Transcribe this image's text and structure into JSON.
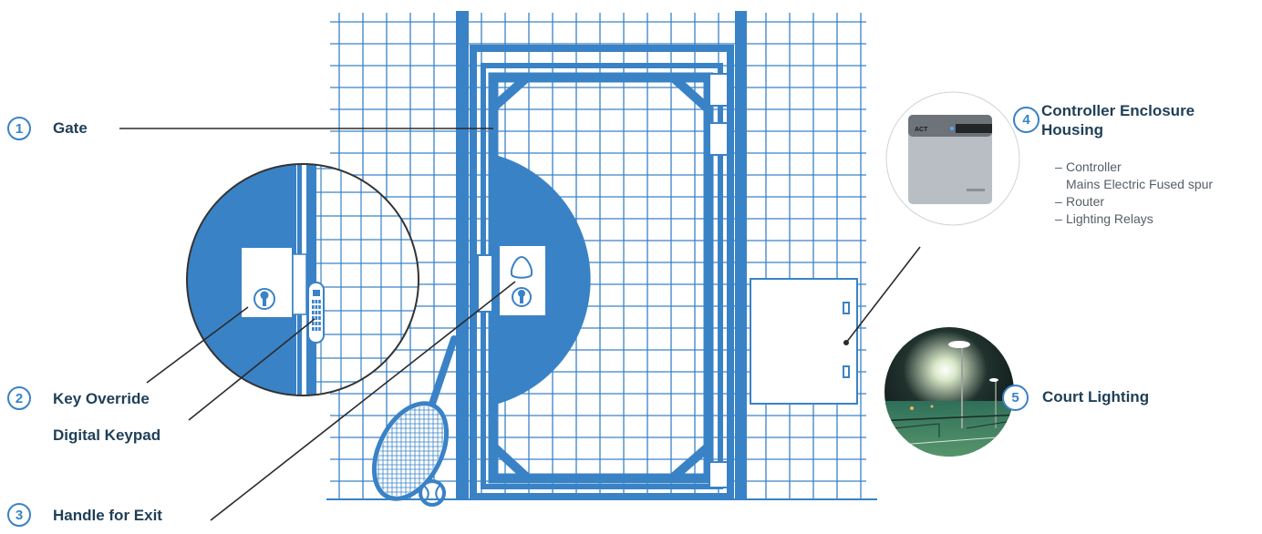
{
  "colors": {
    "brand_blue": "#3a82c6",
    "dark_text": "#1f3f57",
    "line": "#2b2b2b"
  },
  "callouts": [
    {
      "number": "1",
      "label": "Gate"
    },
    {
      "number": "2",
      "label": "Key Override"
    },
    {
      "number": "",
      "label": "Digital Keypad"
    },
    {
      "number": "3",
      "label": "Handle for Exit"
    },
    {
      "number": "4",
      "label": "Controller Enclosure Housing"
    },
    {
      "number": "5",
      "label": "Court Lighting"
    }
  ],
  "controller_items": [
    {
      "dash": "–",
      "text": "Controller"
    },
    {
      "dash": "",
      "text": "Mains Electric Fused spur"
    },
    {
      "dash": "–",
      "text": "Router"
    },
    {
      "dash": "–",
      "text": "Lighting Relays"
    }
  ],
  "controller_device_brand": "ACT",
  "icons": [
    "key-icon",
    "keypad-icon",
    "exit-handle-icon",
    "tennis-racket-icon",
    "tennis-ball-icon"
  ]
}
